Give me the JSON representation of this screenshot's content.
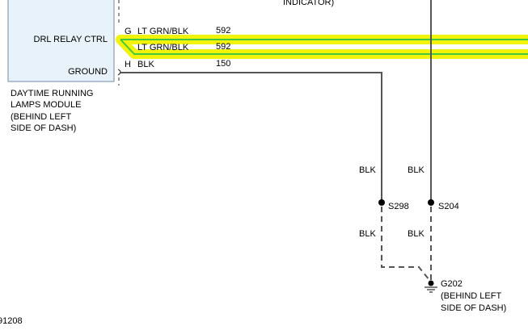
{
  "module": {
    "pin_labels": [
      "DRL RELAY CTRL",
      "GROUND"
    ],
    "caption": [
      "DAYTIME RUNNING",
      "LAMPS MODULE",
      "(BEHIND LEFT",
      "SIDE OF DASH)"
    ]
  },
  "top_partial_label": "INDICATOR)",
  "wires": [
    {
      "pin": "G",
      "color": "LT GRN/BLK",
      "circuit": "592"
    },
    {
      "pin": "",
      "color": "LT GRN/BLK",
      "circuit": "592"
    },
    {
      "pin": "H",
      "color": "BLK",
      "circuit": "150"
    }
  ],
  "wire_colors": {
    "highlight_outer": "#f2f20a",
    "highlight_green": "#3fc93f",
    "wire_gray": "#555555"
  },
  "splices": [
    {
      "id": "S298",
      "upper_color": "BLK",
      "lower_color": "BLK"
    },
    {
      "id": "S204",
      "upper_color": "BLK",
      "lower_color": "BLK"
    }
  ],
  "ground": {
    "id": "G202",
    "location": [
      "(BEHIND LEFT",
      "SIDE OF DASH)"
    ]
  },
  "figure_id": "91208"
}
